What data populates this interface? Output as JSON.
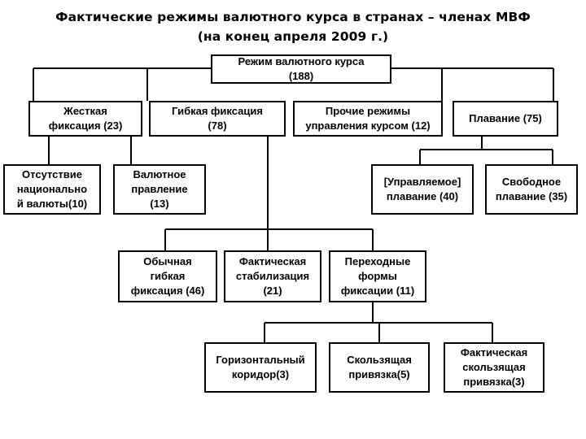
{
  "title": {
    "line1": "Фактические режимы валютного курса в странах – членах МВФ",
    "line2": "(на конец апреля 2009 г.)"
  },
  "nodes": {
    "root": "Режим валютного курса\n(188)",
    "hard_peg": "Жесткая\nфиксация (23)",
    "soft_peg": "Гибкая фиксация\n(78)",
    "other_managed": "Прочие режимы\nуправления курсом (12)",
    "floating": "Плавание (75)",
    "no_currency": "Отсутствие\nнационально\nй валюты(10)",
    "currency_board": "Валютное\nправление\n(13)",
    "managed_floating": "[Управляемое]\nплавание (40)",
    "free_floating": "Свободное\nплавание (35)",
    "conventional_peg": "Обычная\nгибкая\nфиксация (46)",
    "stabilization": "Фактическая\nстабилизация\n(21)",
    "intermediate": "Переходные\nформы\nфиксации (11)",
    "horizontal_band": "Горизонтальный\nкоридор(3)",
    "crawling_peg": "Скользящая\nпривязка(5)",
    "crawl_like": "Фактическая\nскользящая\nпривязка(3)"
  }
}
